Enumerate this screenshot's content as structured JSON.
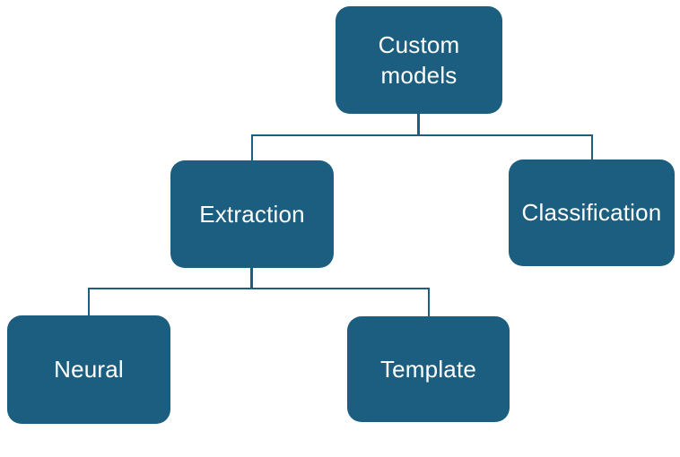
{
  "diagram": {
    "type": "hierarchy",
    "nodes": {
      "custom_models": {
        "label": "Custom models"
      },
      "extraction": {
        "label": "Extraction"
      },
      "classification": {
        "label": "Classification"
      },
      "neural": {
        "label": "Neural"
      },
      "template": {
        "label": "Template"
      }
    },
    "edges": [
      {
        "from": "Custom models",
        "to": "Extraction"
      },
      {
        "from": "Custom models",
        "to": "Classification"
      },
      {
        "from": "Extraction",
        "to": "Neural"
      },
      {
        "from": "Extraction",
        "to": "Template"
      }
    ],
    "colors": {
      "node_fill": "#1B5E7F",
      "node_text": "#FFFFFF",
      "connector": "#1B5E7F",
      "background": "#FFFFFF"
    }
  }
}
